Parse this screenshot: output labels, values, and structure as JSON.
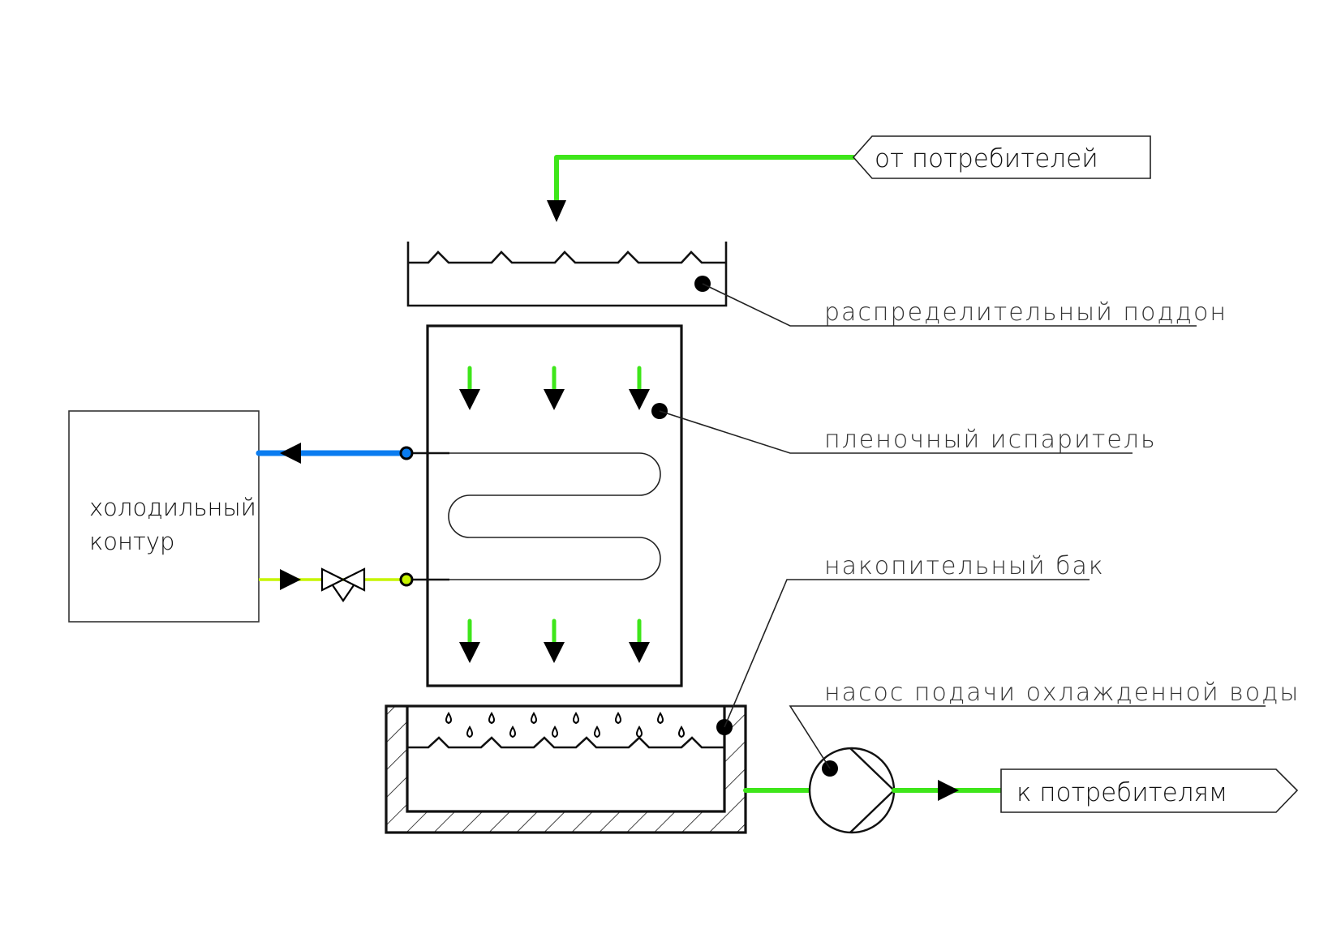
{
  "title": "Схема охлаждения воды с пленочным испарителем",
  "colors": {
    "water_flow": "#3ee61a",
    "refrigerant_vapor": "#0a7cf0",
    "refrigerant_liquid": "#c6f500",
    "outline": "#111111",
    "background": "#ffffff"
  },
  "terminals": {
    "inlet": {
      "label": "от  потребителей",
      "direction": "incoming"
    },
    "outlet": {
      "label": "к  потребителям",
      "direction": "outgoing"
    }
  },
  "refrigeration_box": {
    "line1": "холодильный",
    "line2": "контур"
  },
  "callouts": [
    {
      "id": "distribution-tray",
      "label": "распределительный  поддон"
    },
    {
      "id": "film-evaporator",
      "label": "пленочный  испаритель"
    },
    {
      "id": "storage-tank",
      "label": "накопительный  бак"
    },
    {
      "id": "chilled-water-pump",
      "label": "насос  подачи  охлажденной  воды"
    }
  ],
  "components": {
    "distribution_tray": "распределительный поддон",
    "evaporator": "пленочный испаритель",
    "tank": "накопительный бак",
    "pump": "насос подачи охлажденной воды",
    "expansion_valve": "valve-icon",
    "flow_arrow": "arrow-down-icon",
    "water_drop": "water-drop-icon"
  }
}
